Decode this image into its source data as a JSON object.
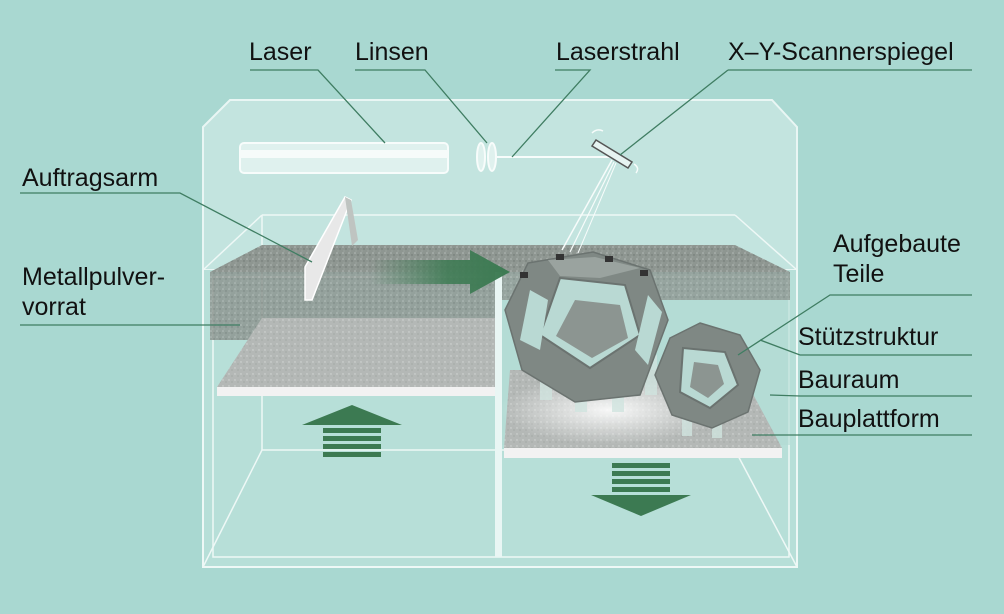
{
  "colors": {
    "background": "#a9d8d1",
    "leader_line": "#3f7d62",
    "arrow_green": "#3c7a52",
    "powder": "#8d9590",
    "part": "#7f8884"
  },
  "labels": {
    "laser": "Laser",
    "linsen": "Linsen",
    "laserstrahl": "Laserstrahl",
    "scanner": "X–Y-Scannerspiegel",
    "auftragsarm": "Auftragsarm",
    "metallpulvervorrat": "Metallpulver-\nvorrat",
    "aufgebaute_teile": "Aufgebaute\nTeile",
    "stuetzstruktur": "Stützstruktur",
    "bauraum": "Bauraum",
    "bauplattform": "Bauplattform"
  }
}
